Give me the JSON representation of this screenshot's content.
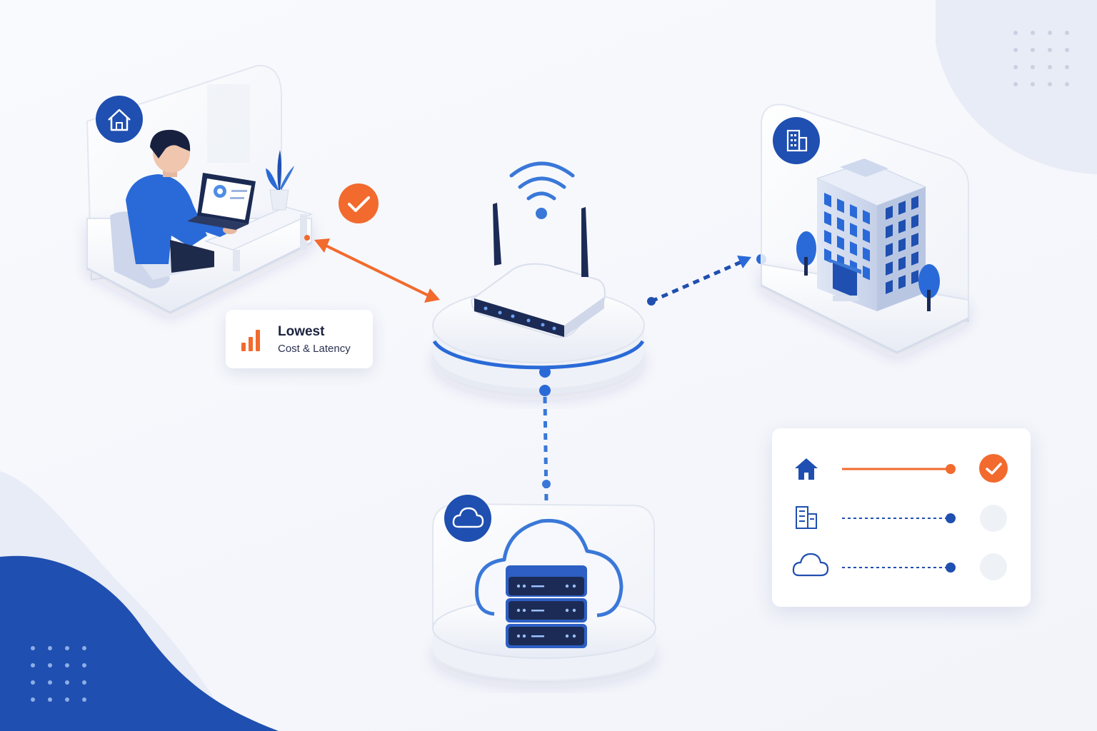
{
  "info_card": {
    "title": "Lowest",
    "subtitle": "Cost & Latency"
  },
  "nodes": {
    "home": {
      "icon": "home-icon"
    },
    "office": {
      "icon": "office-building-icon"
    },
    "cloud": {
      "icon": "cloud-icon"
    },
    "router": {
      "icon": "wifi-router-icon"
    }
  },
  "routes": [
    {
      "source": "home",
      "icon": "home-icon",
      "line_style": "solid",
      "status": "selected"
    },
    {
      "source": "office",
      "icon": "office-building-icon",
      "line_style": "dotted",
      "status": "idle"
    },
    {
      "source": "cloud",
      "icon": "cloud-icon",
      "line_style": "dotted",
      "status": "idle"
    }
  ],
  "colors": {
    "primary_blue": "#1f4fb0",
    "accent_blue": "#3a78d8",
    "accent_orange": "#f26a2e",
    "background": "#f4f6fb"
  }
}
